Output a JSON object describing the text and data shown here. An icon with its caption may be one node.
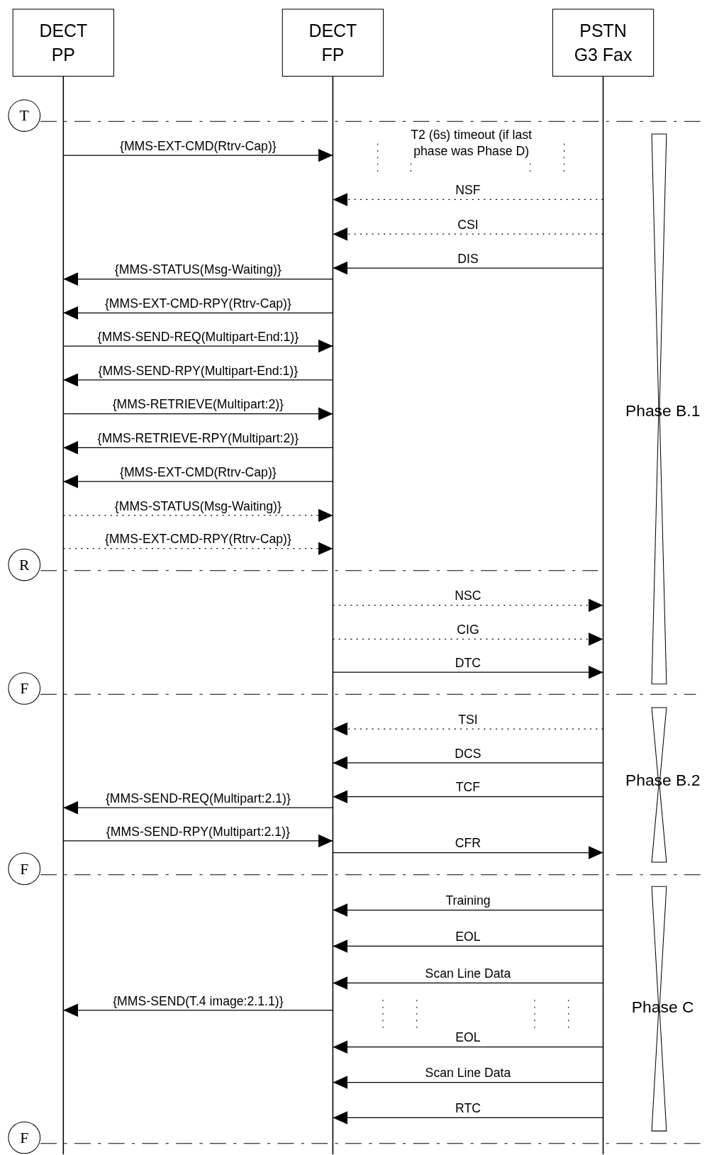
{
  "diagram": {
    "nodes": [
      {
        "text": [
          "DECT PP"
        ]
      },
      {
        "text": [
          "DECT FP"
        ]
      },
      {
        "text": [
          "PSTN G3 Fax"
        ]
      },
      {
        "text": [
          "T"
        ]
      },
      {
        "text": [
          "Phase B.1"
        ]
      },
      {
        "text": [
          "R"
        ]
      },
      {
        "text": [
          "F"
        ]
      },
      {
        "text": [
          "Phase B.2"
        ]
      },
      {
        "text": [
          "F"
        ]
      },
      {
        "text": [
          "Phase C"
        ]
      },
      {
        "text": [
          "F"
        ]
      }
    ],
    "edges": [
      {
        "from": 0,
        "to": 1,
        "arrow": "to",
        "label": "{MMS-EXT-CMD(Rtrv-Cap)}"
      },
      {
        "from": 2,
        "to": 1,
        "arrow": "to",
        "label": "NSF",
        "style": "dashed"
      },
      {
        "from": 2,
        "to": 1,
        "arrow": "to",
        "label": "CSI",
        "style": "dashed"
      },
      {
        "from": 2,
        "to": 1,
        "arrow": "to",
        "label": "DIS"
      },
      {
        "from": 1,
        "to": 0,
        "arrow": "to",
        "label": "{MMS-STATUS(Msg-Waiting)}"
      },
      {
        "from": 1,
        "to": 0,
        "arrow": "to",
        "label": "{MMS-EXT-CMD-RPY(Rtrv-Cap)}"
      },
      {
        "from": 0,
        "to": 1,
        "arrow": "to",
        "label": "{MMS-SEND-REQ(Multipart-End:1)}"
      },
      {
        "from": 1,
        "to": 0,
        "arrow": "to",
        "label": "{MMS-SEND-RPY(Multipart-End:1)}"
      },
      {
        "from": 0,
        "to": 1,
        "arrow": "to",
        "label": "{MMS-RETRIEVE(Multipart:2)}"
      },
      {
        "from": 1,
        "to": 0,
        "arrow": "to",
        "label": "{MMS-RETRIEVE-RPY(Multipart:2)}"
      },
      {
        "from": 1,
        "to": 0,
        "arrow": "to",
        "label": "{MMS-EXT-CMD(Rtrv-Cap)}"
      },
      {
        "from": 0,
        "to": 1,
        "arrow": "to",
        "label": "{MMS-STATUS(Msg-Waiting)}",
        "style": "dashed"
      },
      {
        "from": 0,
        "to": 1,
        "arrow": "to",
        "label": "{MMS-EXT-CMD-RPY(Rtrv-Cap)}",
        "style": "dashed"
      },
      {
        "from": 1,
        "to": 2,
        "arrow": "to",
        "label": "NSC",
        "style": "dashed"
      },
      {
        "from": 1,
        "to": 2,
        "arrow": "to",
        "label": "CIG",
        "style": "dashed"
      },
      {
        "from": 1,
        "to": 2,
        "arrow": "to",
        "label": "DTC"
      },
      {
        "from": 2,
        "to": 1,
        "arrow": "to",
        "label": "TSI",
        "style": "dashed"
      },
      {
        "from": 2,
        "to": 1,
        "arrow": "to",
        "label": "DCS"
      },
      {
        "from": 2,
        "to": 1,
        "arrow": "to",
        "label": "TCF"
      },
      {
        "from": 1,
        "to": 0,
        "arrow": "to",
        "label": "{MMS-SEND-REQ(Multipart:2.1)}"
      },
      {
        "from": 0,
        "to": 1,
        "arrow": "to",
        "label": "{MMS-SEND-RPY(Multipart:2.1)}"
      },
      {
        "from": 1,
        "to": 2,
        "arrow": "to",
        "label": "CFR"
      },
      {
        "from": 2,
        "to": 1,
        "arrow": "to",
        "label": "Training"
      },
      {
        "from": 2,
        "to": 1,
        "arrow": "to",
        "label": "EOL"
      },
      {
        "from": 2,
        "to": 1,
        "arrow": "to",
        "label": "Scan Line Data"
      },
      {
        "from": 1,
        "to": 0,
        "arrow": "to",
        "label": "{MMS-SEND(T.4 image:2.1.1)}"
      },
      {
        "from": 2,
        "to": 1,
        "arrow": "to",
        "label": "EOL"
      },
      {
        "from": 2,
        "to": 1,
        "arrow": "to",
        "label": "Scan Line Data"
      },
      {
        "from": 2,
        "to": 1,
        "arrow": "to",
        "label": "RTC"
      }
    ],
    "labels": [
      "T2 (6s) timeout (if last phase was Phase D)"
    ]
  }
}
